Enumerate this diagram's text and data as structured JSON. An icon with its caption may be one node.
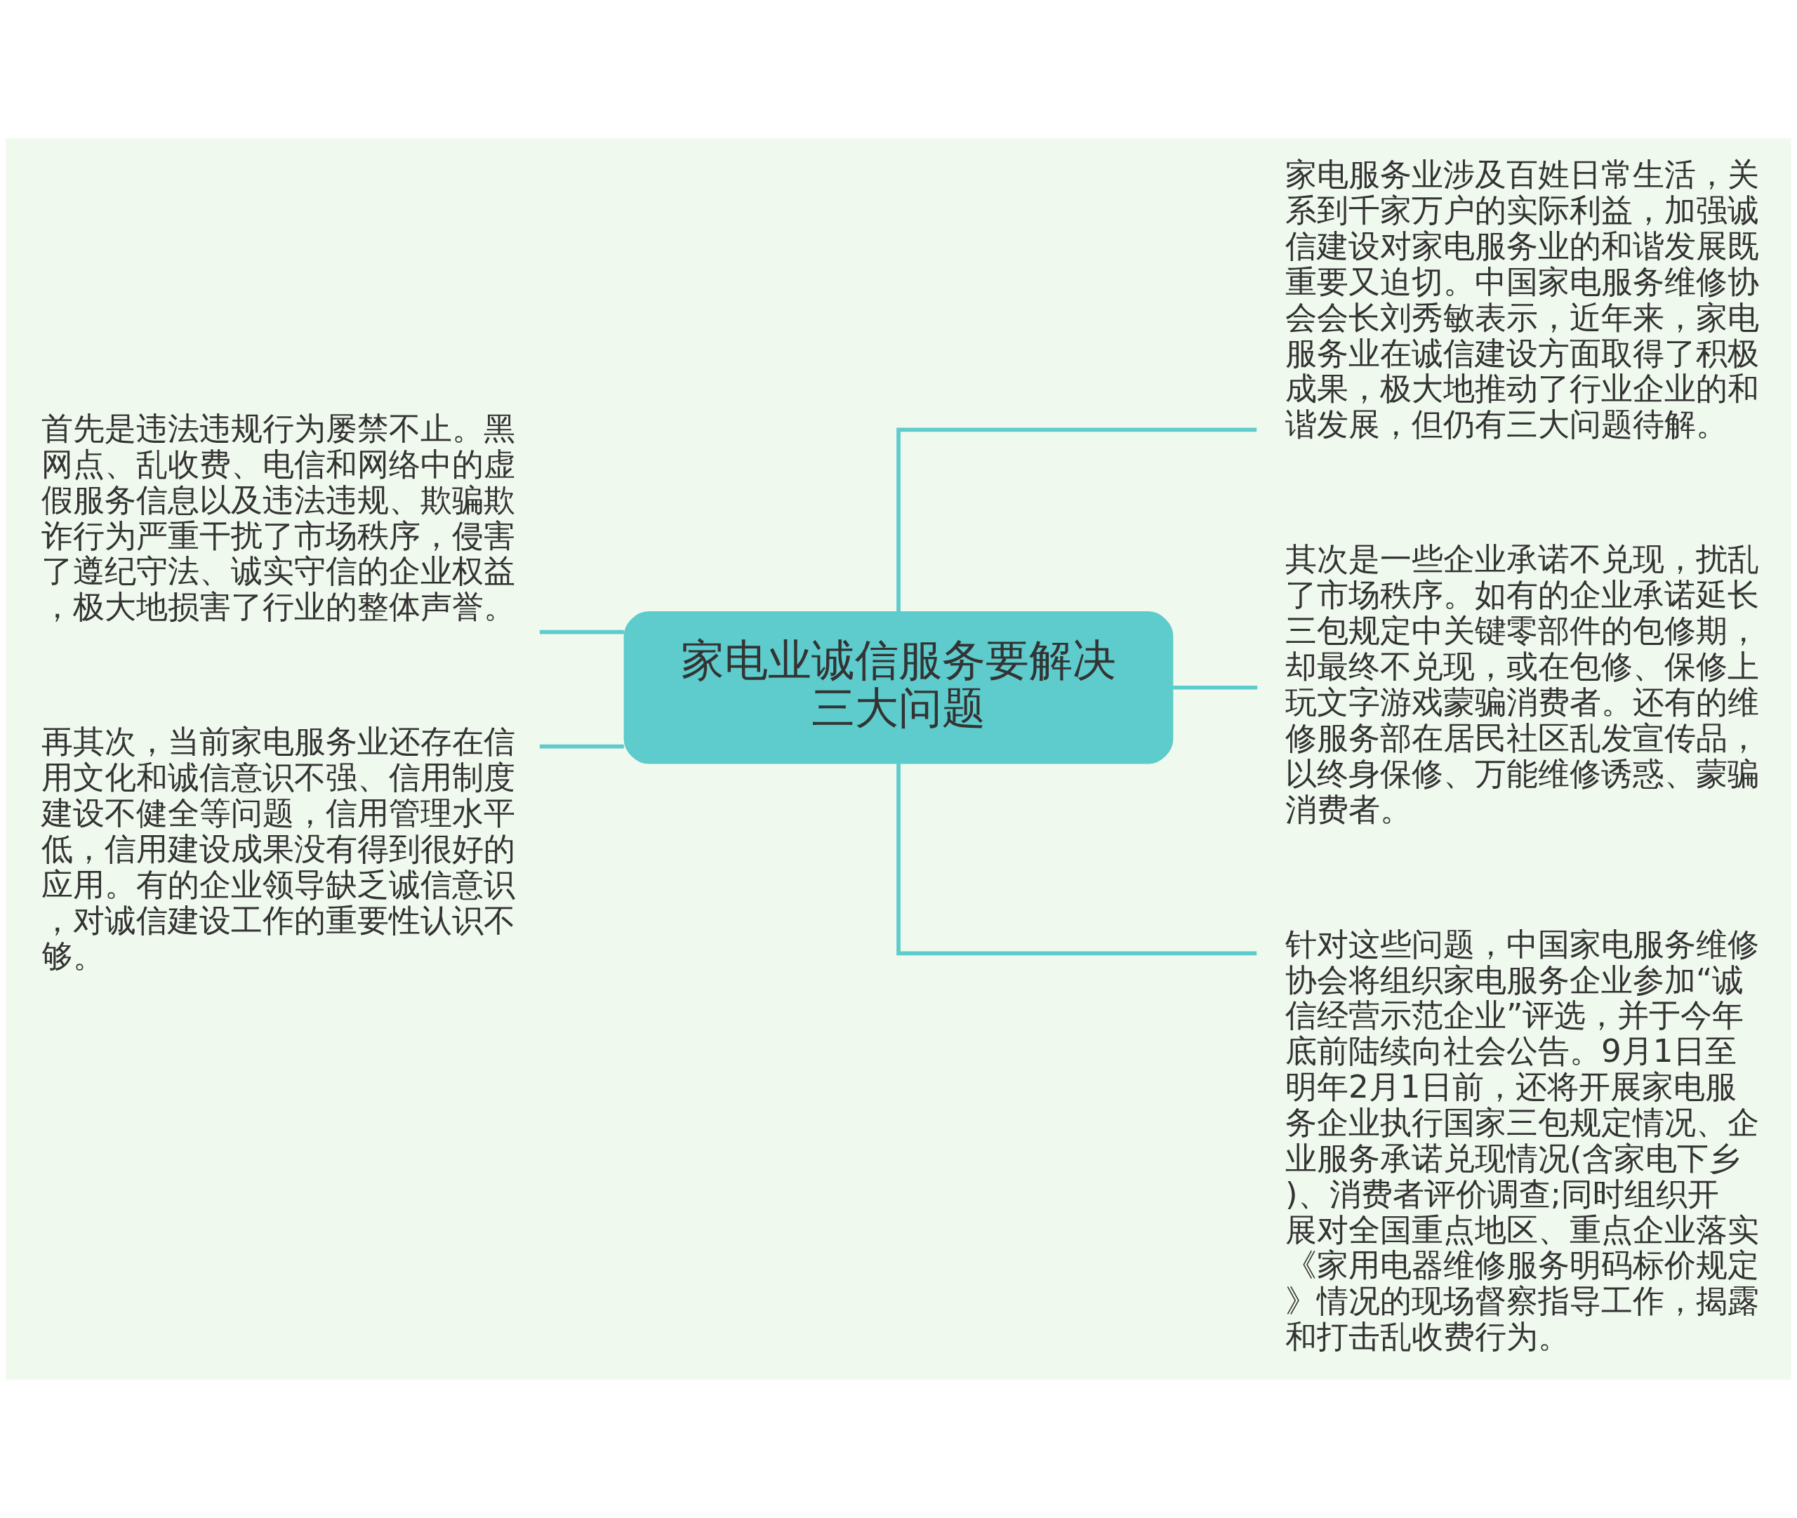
{
  "diagram": {
    "nodes": [
      {
        "text": [
          "家电业诚信服务要解决三大问题"
        ]
      },
      {
        "text": [
          "首先是违法违规行为屡禁不止。黑网点、乱收费、电信和网络中的虚假服务信息以及违法违规、欺骗欺诈行为严重干扰了市场秩序，侵害了遵纪守法、诚实守信的企业权益，极大地损害了行业的整体声誉。"
        ]
      },
      {
        "text": [
          "再其次，当前家电服务业还存在信用文化和诚信意识不强、信用制度建设不健全等问题，信用管理水平低，信用建设成果没有得到很好的应用。有的企业领导缺乏诚信意识，对诚信建设工作的重要性认识不够。"
        ]
      },
      {
        "text": [
          "家电服务业涉及百姓日常生活，关系到千家万户的实际利益，加强诚信建设对家电服务业的和谐发展既重要又迫切。中国家电服务维修协会会长刘秀敏表示，近年来，家电服务业在诚信建设方面取得了积极成果，极大地推动了行业企业的和谐发展，但仍有三大问题待解。"
        ]
      },
      {
        "text": [
          "其次是一些企业承诺不兑现，扰乱了市场秩序。如有的企业承诺延长三包规定中关键零部件的包修期，却最终不兑现，或在包修、保修上玩文字游戏蒙骗消费者。还有的维修服务部在居民社区乱发宣传品，以终身保修、万能维修诱惑、蒙骗消费者。"
        ]
      },
      {
        "text": [
          "针对这些问题，中国家电服务维修协会将组织家电服务企业参加“诚信经营示范企业”评选，并于今年底前陆续向社会公告。9月1日至明年2月1日前，还将开展家电服务企业执行国家三包规定情况、企业服务承诺兑现情况(含家电下乡)、消费者评价调查;同时组织开展对全国重点地区、重点企业落实《家用电器维修服务明码标价规定》情况的现场督察指导工作，揭露和打击乱收费行为。"
        ]
      }
    ],
    "edges": [
      {
        "from": 0,
        "to": 1,
        "arrow": "none"
      },
      {
        "from": 0,
        "to": 2,
        "arrow": "none"
      },
      {
        "from": 0,
        "to": 3,
        "arrow": "none"
      },
      {
        "from": 0,
        "to": 4,
        "arrow": "none"
      },
      {
        "from": 0,
        "to": 5,
        "arrow": "none"
      }
    ]
  }
}
